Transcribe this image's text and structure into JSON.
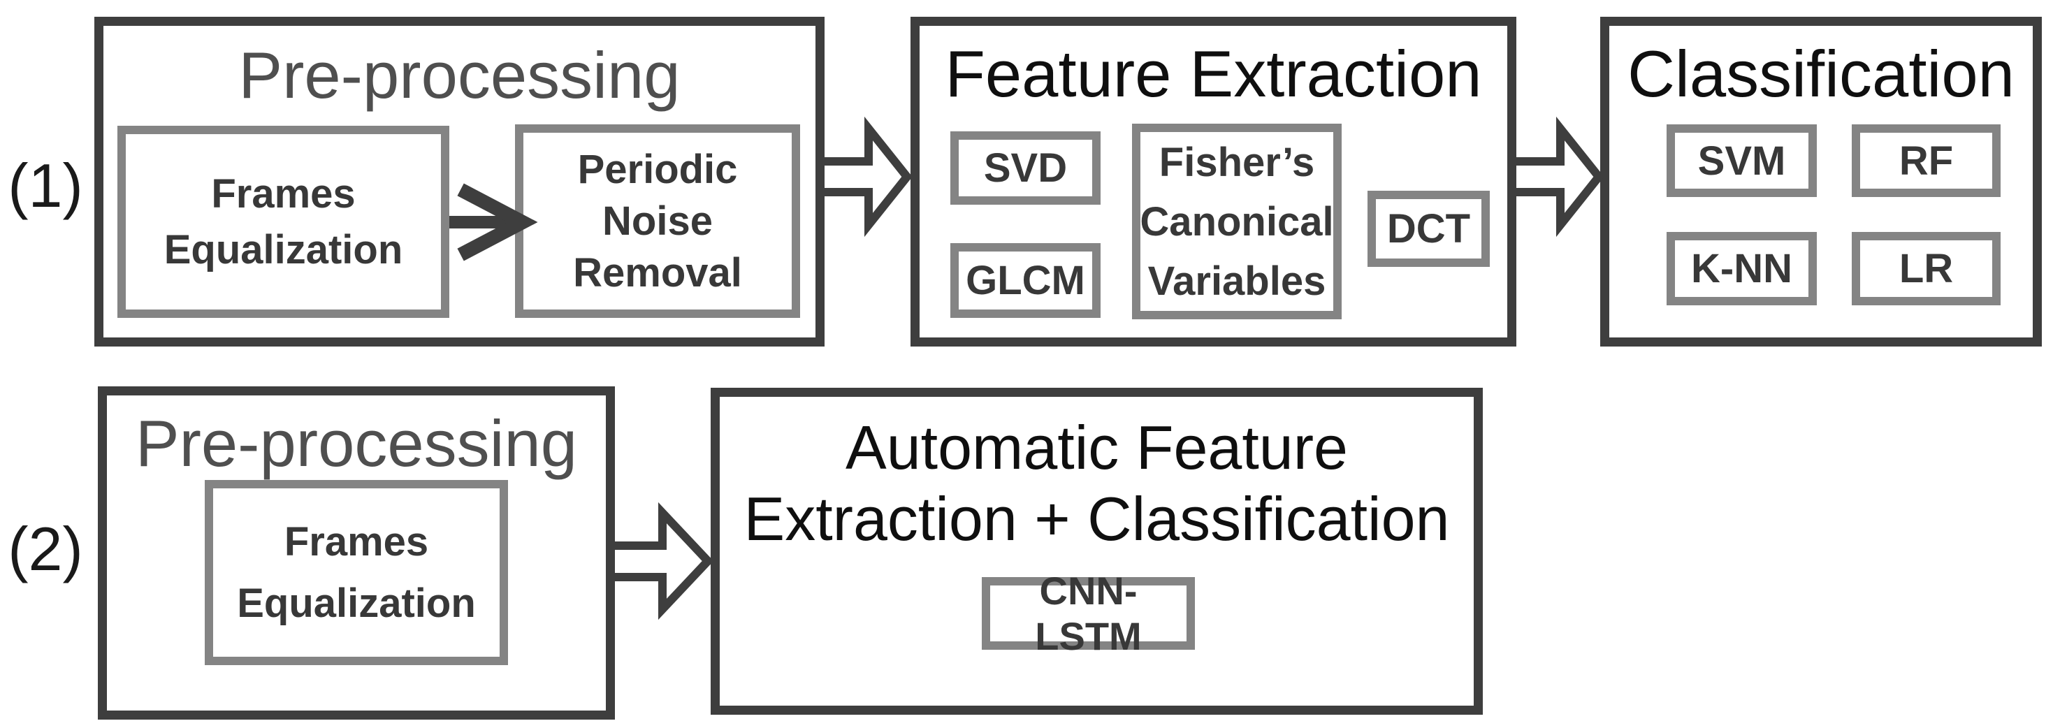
{
  "colors": {
    "dark": "#3e3e3e",
    "border_gray": "#848484",
    "title_gray": "#4f4f4f",
    "text_black": "#0f0f0f",
    "label_dark": "#383838"
  },
  "pipeline1": {
    "label": "(1)",
    "preprocessing": {
      "title": "Pre-processing",
      "frames": {
        "line1": "Frames",
        "line2": "Equalization"
      },
      "periodic": {
        "line1": "Periodic",
        "line2": "Noise",
        "line3": "Removal"
      }
    },
    "feature_extraction": {
      "title": "Feature Extraction",
      "svd": "SVD",
      "glcm": "GLCM",
      "fisher": {
        "line1": "Fisher’s",
        "line2": "Canonical",
        "line3": "Variables"
      },
      "dct": "DCT"
    },
    "classification": {
      "title": "Classification",
      "svm": "SVM",
      "rf": "RF",
      "knn": "K-NN",
      "lr": "LR"
    }
  },
  "pipeline2": {
    "label": "(2)",
    "preprocessing": {
      "title": "Pre-processing",
      "frames": {
        "line1": "Frames",
        "line2": "Equalization"
      }
    },
    "auto_stage": {
      "title_line1": "Automatic Feature",
      "title_line2": "Extraction + Classification",
      "cnn_lstm": "CNN-LSTM"
    }
  }
}
